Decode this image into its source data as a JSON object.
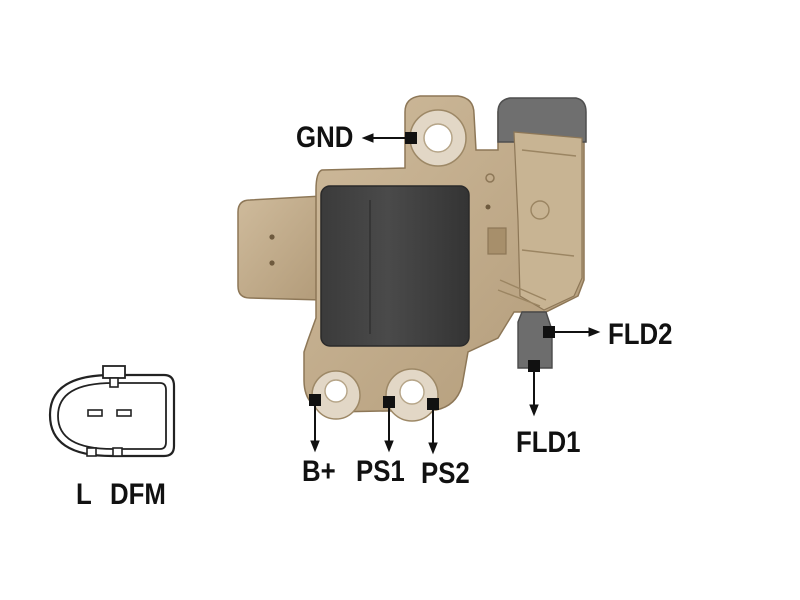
{
  "labels": {
    "gnd": "GND",
    "fld2": "FLD2",
    "fld1": "FLD1",
    "b_plus": "B+",
    "ps1": "PS1",
    "ps2": "PS2",
    "connector_l": "L",
    "connector_dfm": "DFM"
  },
  "colors": {
    "housing": "#c3ad8d",
    "housing_dark": "#a8916e",
    "cover": "#414141",
    "brush_holder": "#6b6b6b",
    "marker": "#111111"
  }
}
